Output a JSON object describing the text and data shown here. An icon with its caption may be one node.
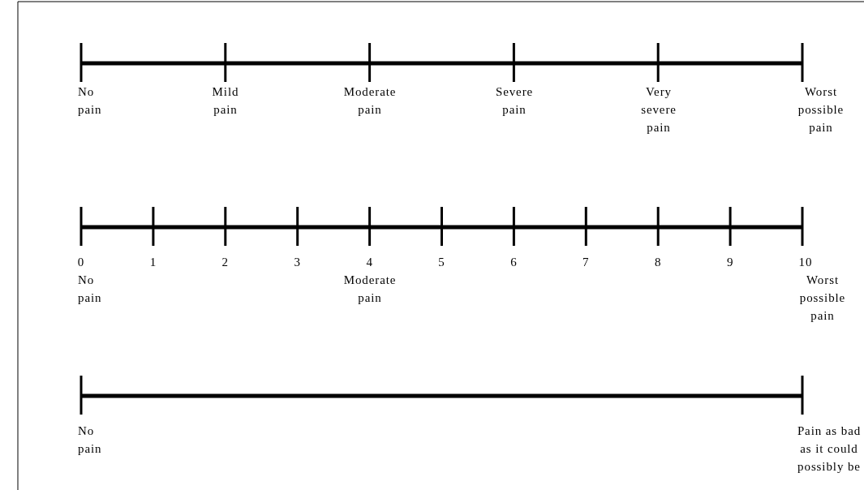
{
  "diagram": {
    "labels": [
      "No pain",
      "Mild pain",
      "Moderate pain",
      "Severe pain",
      "Very severe pain",
      "Worst possible pain",
      "0",
      "1",
      "2",
      "3",
      "4",
      "5",
      "6",
      "7",
      "8",
      "9",
      "10",
      "No pain",
      "Moderate pain",
      "Worst possible pain",
      "No pain",
      "Pain as bad as it could possibly be"
    ]
  }
}
